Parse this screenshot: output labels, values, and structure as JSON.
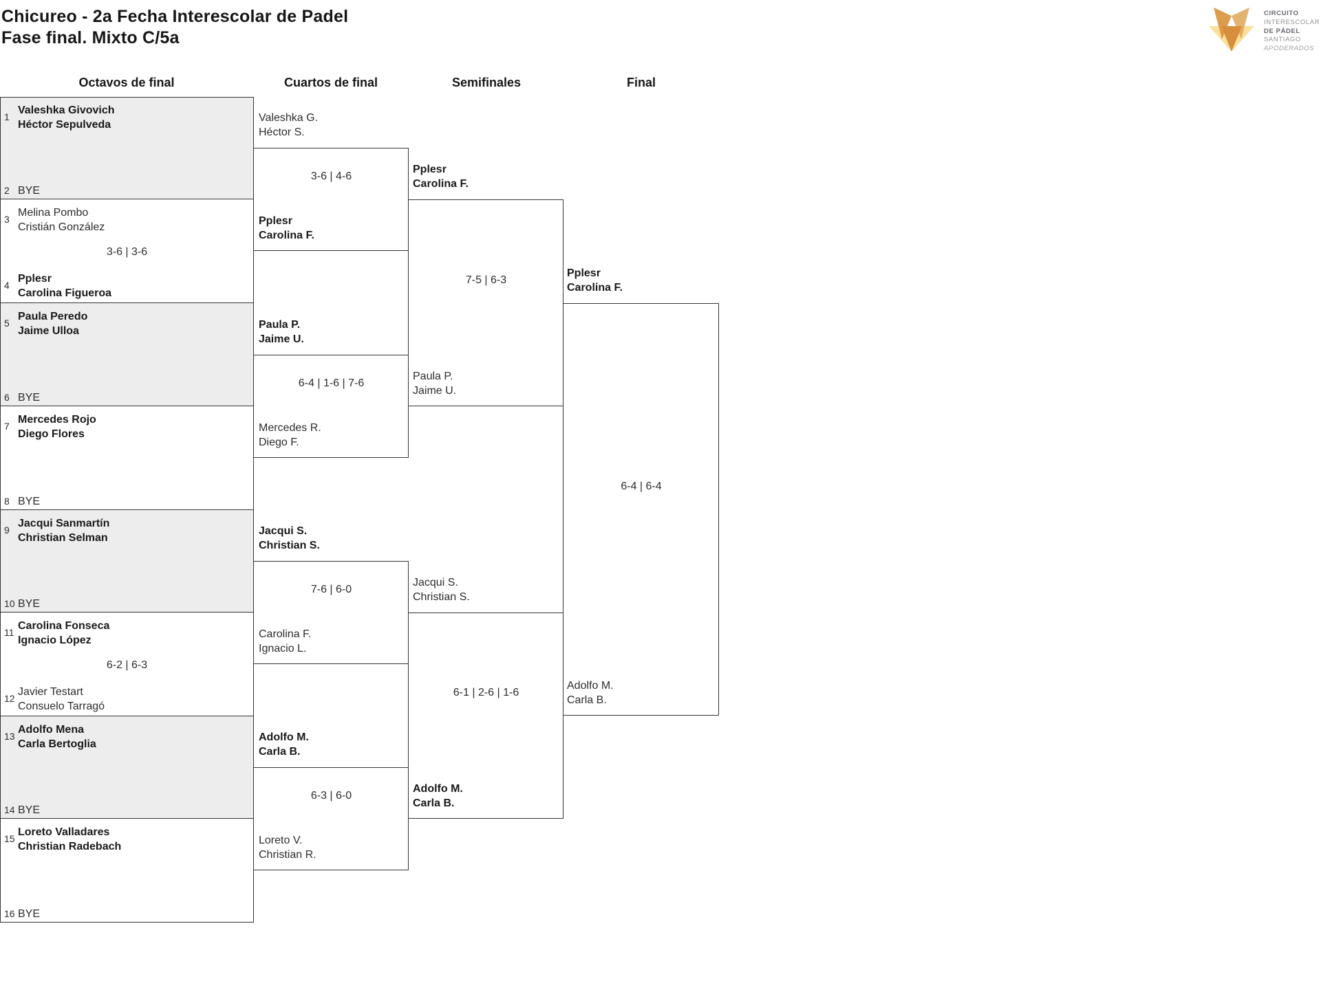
{
  "header": {
    "title_line1": "Chicureo - 2a Fecha Interescolar de Padel",
    "title_line2": "Fase final. Mixto C/5a"
  },
  "logo": {
    "lines": [
      {
        "text": "CIRCUITO",
        "style": "bold"
      },
      {
        "text": "INTERESCOLAR",
        "style": "regular"
      },
      {
        "text": "DE PÁDEL",
        "style": "bold"
      },
      {
        "text": "SANTIAGO",
        "style": "regular"
      },
      {
        "text": "APODERADOS",
        "style": "italic"
      }
    ],
    "colors": {
      "orange_dark": "#D78E3B",
      "orange_left_ear": "#D9953F",
      "orange_right_ear": "#E0A85C",
      "yellow_light": "#FBDF9D",
      "text_gray": "#63666c"
    }
  },
  "rounds": [
    "Octavos de final",
    "Cuartos de final",
    "Semifinales",
    "Final"
  ],
  "bracket": {
    "round_of_16": [
      {
        "a": {
          "seed": "1",
          "lines": [
            "Valeshka Givovich",
            "Héctor Sepulveda"
          ],
          "winner": true
        },
        "b": {
          "seed": "2",
          "lines": [
            "BYE"
          ],
          "winner": false
        },
        "score": ""
      },
      {
        "a": {
          "seed": "3",
          "lines": [
            "Melina Pombo",
            "Cristián González"
          ],
          "winner": false
        },
        "b": {
          "seed": "4",
          "lines": [
            "Pplesr",
            "Carolina Figueroa"
          ],
          "winner": true
        },
        "score": "3-6 | 3-6"
      },
      {
        "a": {
          "seed": "5",
          "lines": [
            "Paula Peredo",
            "Jaime Ulloa"
          ],
          "winner": true
        },
        "b": {
          "seed": "6",
          "lines": [
            "BYE"
          ],
          "winner": false
        },
        "score": ""
      },
      {
        "a": {
          "seed": "7",
          "lines": [
            "Mercedes Rojo",
            "Diego Flores"
          ],
          "winner": true
        },
        "b": {
          "seed": "8",
          "lines": [
            "BYE"
          ],
          "winner": false
        },
        "score": ""
      },
      {
        "a": {
          "seed": "9",
          "lines": [
            "Jacqui Sanmartín",
            "Christian Selman"
          ],
          "winner": true
        },
        "b": {
          "seed": "10",
          "lines": [
            "BYE"
          ],
          "winner": false
        },
        "score": ""
      },
      {
        "a": {
          "seed": "11",
          "lines": [
            "Carolina Fonseca",
            "Ignacio López"
          ],
          "winner": true
        },
        "b": {
          "seed": "12",
          "lines": [
            "Javier Testart",
            "Consuelo Tarragó"
          ],
          "winner": false
        },
        "score": "6-2 | 6-3"
      },
      {
        "a": {
          "seed": "13",
          "lines": [
            "Adolfo Mena",
            "Carla Bertoglia"
          ],
          "winner": true
        },
        "b": {
          "seed": "14",
          "lines": [
            "BYE"
          ],
          "winner": false
        },
        "score": ""
      },
      {
        "a": {
          "seed": "15",
          "lines": [
            "Loreto Valladares",
            "Christian Radebach"
          ],
          "winner": true
        },
        "b": {
          "seed": "16",
          "lines": [
            "BYE"
          ],
          "winner": false
        },
        "score": ""
      }
    ],
    "quarterfinals": [
      {
        "a": {
          "lines": [
            "Valeshka G.",
            "Héctor S."
          ],
          "winner": false
        },
        "b": {
          "lines": [
            "Pplesr",
            "Carolina F."
          ],
          "winner": true
        },
        "score": "3-6 | 4-6"
      },
      {
        "a": {
          "lines": [
            "Paula P.",
            "Jaime U."
          ],
          "winner": true
        },
        "b": {
          "lines": [
            "Mercedes R.",
            "Diego F."
          ],
          "winner": false
        },
        "score": "6-4 | 1-6 | 7-6"
      },
      {
        "a": {
          "lines": [
            "Jacqui S.",
            "Christian S."
          ],
          "winner": true
        },
        "b": {
          "lines": [
            "Carolina F.",
            "Ignacio L."
          ],
          "winner": false
        },
        "score": "7-6 | 6-0"
      },
      {
        "a": {
          "lines": [
            "Adolfo M.",
            "Carla B."
          ],
          "winner": true
        },
        "b": {
          "lines": [
            "Loreto V.",
            "Christian R."
          ],
          "winner": false
        },
        "score": "6-3 | 6-0"
      }
    ],
    "semifinals": [
      {
        "a": {
          "lines": [
            "Pplesr",
            "Carolina F."
          ],
          "winner": true
        },
        "b": {
          "lines": [
            "Paula P.",
            "Jaime U."
          ],
          "winner": false
        },
        "score": "7-5 | 6-3"
      },
      {
        "a": {
          "lines": [
            "Jacqui S.",
            "Christian S."
          ],
          "winner": false
        },
        "b": {
          "lines": [
            "Adolfo M.",
            "Carla B."
          ],
          "winner": true
        },
        "score": "6-1 | 2-6 | 1-6"
      }
    ],
    "final": [
      {
        "a": {
          "lines": [
            "Pplesr",
            "Carolina F."
          ],
          "winner": true
        },
        "b": {
          "lines": [
            "Adolfo M.",
            "Carla B."
          ],
          "winner": false
        },
        "score": "6-4 | 6-4"
      }
    ]
  }
}
